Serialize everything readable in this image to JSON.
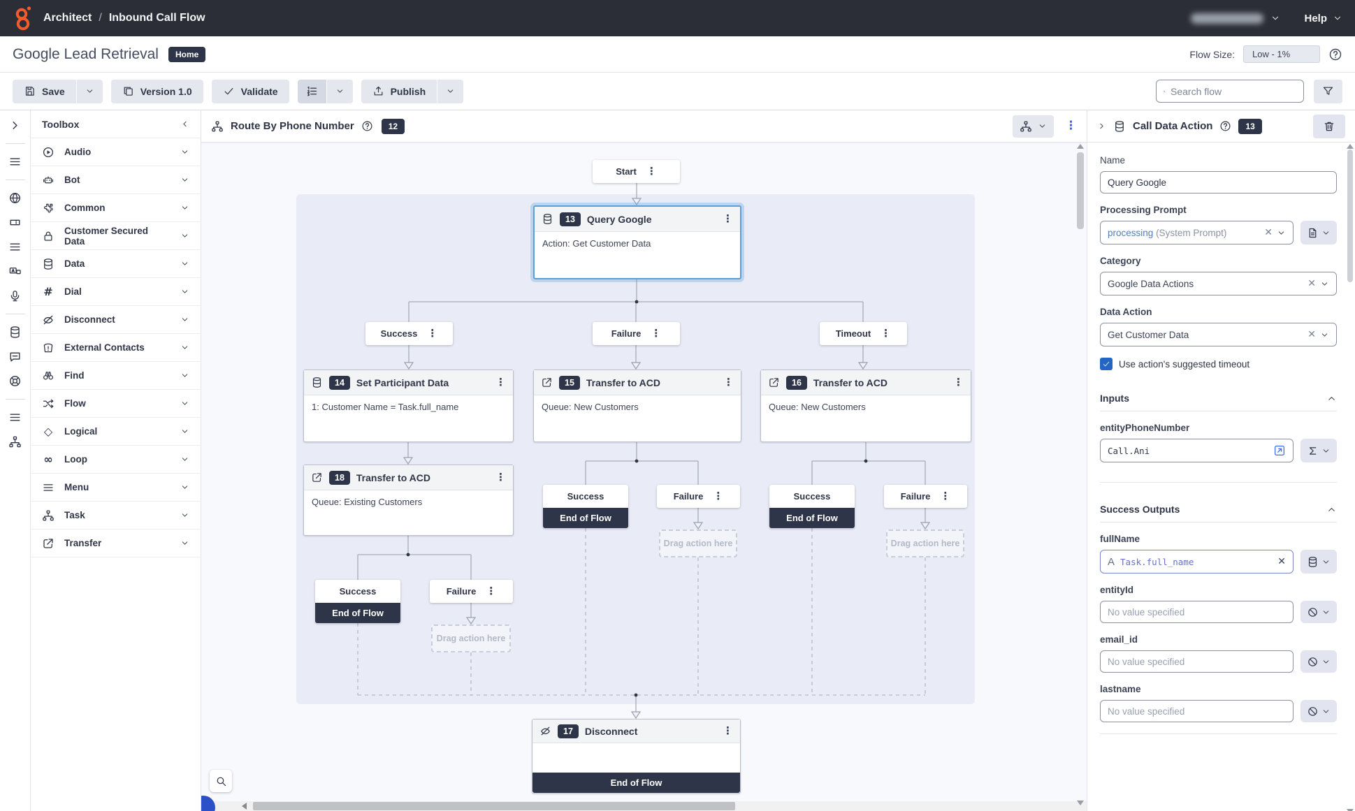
{
  "topbar": {
    "app": "Architect",
    "sep": "/",
    "flow": "Inbound Call Flow",
    "help": "Help"
  },
  "titlebar": {
    "title": "Google Lead Retrieval",
    "home_badge": "Home",
    "flow_size_label": "Flow Size:",
    "flow_size_value": "Low - 1%"
  },
  "toolbar": {
    "save": "Save",
    "version": "Version 1.0",
    "validate": "Validate",
    "publish": "Publish",
    "search_placeholder": "Search flow"
  },
  "toolbox": {
    "title": "Toolbox",
    "items": [
      {
        "label": "Audio"
      },
      {
        "label": "Bot"
      },
      {
        "label": "Common"
      },
      {
        "label": "Customer Secured Data"
      },
      {
        "label": "Data"
      },
      {
        "label": "Dial"
      },
      {
        "label": "Disconnect"
      },
      {
        "label": "External Contacts"
      },
      {
        "label": "Find"
      },
      {
        "label": "Flow"
      },
      {
        "label": "Logical"
      },
      {
        "label": "Loop"
      },
      {
        "label": "Menu"
      },
      {
        "label": "Task"
      },
      {
        "label": "Transfer"
      }
    ]
  },
  "canvas": {
    "header": {
      "title": "Route By Phone Number",
      "badge": "12"
    },
    "labels": {
      "start": "Start",
      "success": "Success",
      "failure": "Failure",
      "timeout": "Timeout",
      "end_of_flow": "End of Flow",
      "drag_here": "Drag action here"
    },
    "nodes": {
      "query": {
        "num": "13",
        "title": "Query Google",
        "body": "Action: Get Customer Data"
      },
      "set_participant": {
        "num": "14",
        "title": "Set Participant Data",
        "body": "1: Customer Name = Task.full_name"
      },
      "transfer_failure": {
        "num": "15",
        "title": "Transfer to ACD",
        "body": "Queue: New Customers"
      },
      "transfer_timeout": {
        "num": "16",
        "title": "Transfer to ACD",
        "body": "Queue: New Customers"
      },
      "transfer_existing": {
        "num": "18",
        "title": "Transfer to ACD",
        "body": "Queue: Existing Customers"
      },
      "disconnect": {
        "num": "17",
        "title": "Disconnect",
        "footer": "End of Flow"
      }
    }
  },
  "panel": {
    "header": {
      "title": "Call Data Action",
      "badge": "13"
    },
    "name": {
      "label": "Name",
      "value": "Query Google"
    },
    "processing_prompt": {
      "label": "Processing Prompt",
      "value": "processing",
      "suffix": "(System Prompt)"
    },
    "category": {
      "label": "Category",
      "value": "Google Data Actions"
    },
    "data_action": {
      "label": "Data Action",
      "value": "Get Customer Data"
    },
    "timeout_checkbox_label": "Use action's suggested timeout",
    "inputs": {
      "header": "Inputs",
      "fields": [
        {
          "name": "entityPhoneNumber",
          "value": "Call.Ani"
        }
      ]
    },
    "success_outputs": {
      "header": "Success Outputs",
      "fields": [
        {
          "name": "fullName",
          "value": "Task.full_name"
        },
        {
          "name": "entityId",
          "placeholder": "No value specified"
        },
        {
          "name": "email_id",
          "placeholder": "No value specified"
        },
        {
          "name": "lastname",
          "placeholder": "No value specified"
        }
      ]
    }
  },
  "colors": {
    "accent_orange": "#f25c2a",
    "badge_dark": "#2e3548",
    "selection_blue": "#5e9ed6",
    "action_blue": "#3b6cf5",
    "checkbox_blue": "#2565c6"
  }
}
